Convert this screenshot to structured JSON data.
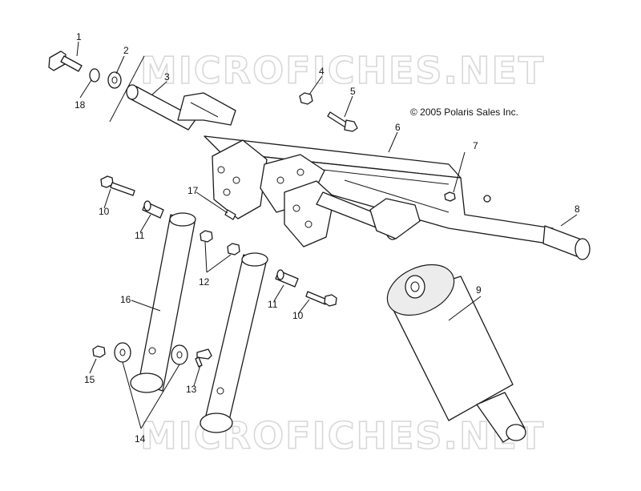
{
  "watermark": "MICROFICHES.NET",
  "copyright": "© 2005 Polaris Sales Inc.",
  "callouts": {
    "c1": "1",
    "c2": "2",
    "c3": "3",
    "c4": "4",
    "c5": "5",
    "c6": "6",
    "c7": "7",
    "c8": "8",
    "c9": "9",
    "c10a": "10",
    "c10b": "10",
    "c11a": "11",
    "c11b": "11",
    "c12": "12",
    "c13": "13",
    "c14": "14",
    "c15": "15",
    "c16": "16",
    "c17": "17",
    "c18": "18"
  }
}
